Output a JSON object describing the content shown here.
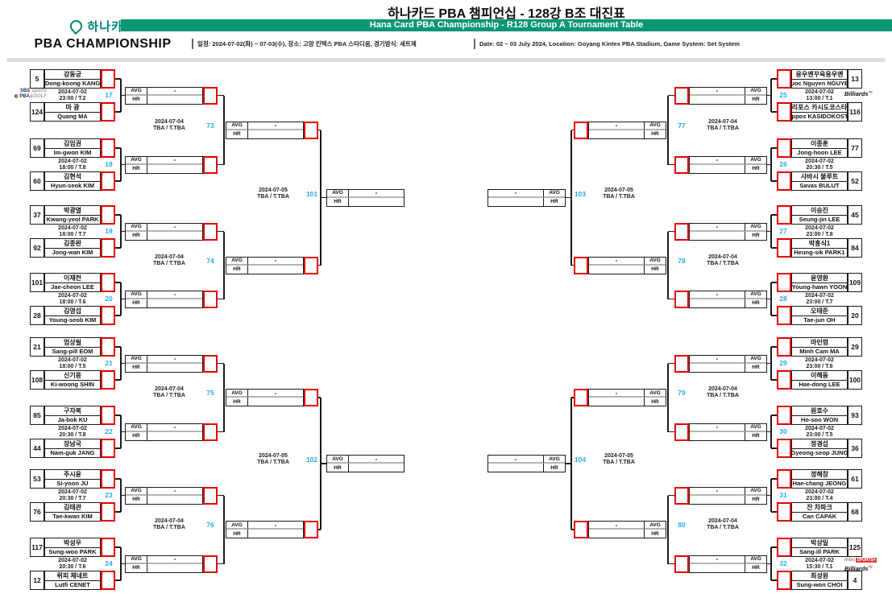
{
  "header": {
    "logo_text": "하나카드",
    "logo_sub": "PBA CHAMPIONSHIP",
    "title_ko": "하나카드 PBA 챔피언십 - 128강 B조 대진표",
    "banner_en": "Hana Card PBA Championship - R128 Group A Tournament Table",
    "schedule_ko": "일정: 2024-07-02(화) ~ 07-03(수), 장소: 고양 킨텍스 PBA 스타디움, 경기방식: 세트제",
    "schedule_en": "Date: 02 ~ 03 July 2024, Location: Goyang Kintex PBA Stadium, Game System: Set System"
  },
  "labels": {
    "avg": "AVG",
    "hr": "HR",
    "pending": "-",
    "empty": ""
  },
  "colors": {
    "banner_green": "#0b9674",
    "match_number_blue": "#29abe2",
    "score_box_red": "#e80000",
    "hana_green": "#008577"
  },
  "round_of_128": [
    {
      "number": 17,
      "side": "left",
      "date": "2024-07-02",
      "time": "23:00 / T.2",
      "broadcast": [
        "SBS Sports",
        "PBA & GOLF"
      ],
      "players": [
        {
          "seed": 5,
          "ko": "강동궁",
          "en": "Dong-koong KANG"
        },
        {
          "seed": 124,
          "ko": "마 광",
          "en": "Quang MA"
        }
      ]
    },
    {
      "number": 18,
      "side": "left",
      "date": "2024-07-02",
      "time": "18:00 / T.8",
      "broadcast": [],
      "players": [
        {
          "seed": 69,
          "ko": "김임권",
          "en": "Im-gwon KIM"
        },
        {
          "seed": 60,
          "ko": "김현석",
          "en": "Hyun-seok KIM"
        }
      ]
    },
    {
      "number": 19,
      "side": "left",
      "date": "2024-07-02",
      "time": "18:00 / T.7",
      "broadcast": [],
      "players": [
        {
          "seed": 37,
          "ko": "박광열",
          "en": "Kwang-yeol PARK"
        },
        {
          "seed": 92,
          "ko": "김종완",
          "en": "Jong-wan KIM"
        }
      ]
    },
    {
      "number": 20,
      "side": "left",
      "date": "2024-07-02",
      "time": "18:00 / T.6",
      "broadcast": [],
      "players": [
        {
          "seed": 101,
          "ko": "이재천",
          "en": "Jae-cheon LEE"
        },
        {
          "seed": 28,
          "ko": "김영섭",
          "en": "Young-seob KIM"
        }
      ]
    },
    {
      "number": 21,
      "side": "left",
      "date": "2024-07-02",
      "time": "18:00 / T.5",
      "broadcast": [],
      "players": [
        {
          "seed": 21,
          "ko": "엄상필",
          "en": "Sang-pill EOM"
        },
        {
          "seed": 108,
          "ko": "신기웅",
          "en": "Ki-woong SHIN"
        }
      ]
    },
    {
      "number": 22,
      "side": "left",
      "date": "2024-07-02",
      "time": "20:30 / T.8",
      "broadcast": [],
      "players": [
        {
          "seed": 85,
          "ko": "구자복",
          "en": "Ja-bok KU"
        },
        {
          "seed": 44,
          "ko": "장남국",
          "en": "Nam-guk JANG"
        }
      ]
    },
    {
      "number": 23,
      "side": "left",
      "date": "2024-07-02",
      "time": "20:30 / T.7",
      "broadcast": [],
      "players": [
        {
          "seed": 53,
          "ko": "주시윤",
          "en": "Si-yoon JU"
        },
        {
          "seed": 76,
          "ko": "김태관",
          "en": "Tae-kwan KIM"
        }
      ]
    },
    {
      "number": 24,
      "side": "left",
      "date": "2024-07-02",
      "time": "20:30 / T.6",
      "broadcast": [],
      "players": [
        {
          "seed": 117,
          "ko": "박성우",
          "en": "Sung-woo PARK"
        },
        {
          "seed": 12,
          "ko": "뤼피 체네트",
          "en": "Lutfi CENET"
        }
      ]
    },
    {
      "number": 25,
      "side": "right",
      "date": "2024-07-02",
      "time": "13:00 / T.1",
      "broadcast": [
        "Billiards TV"
      ],
      "players": [
        {
          "seed": 13,
          "ko": "응우옌꾸옥응우옌",
          "en": "Quoc Nguyen NGUYEN"
        },
        {
          "seed": 116,
          "ko": "필리포스 카시도코스타스",
          "en": "Filippos KASIDOKOSTAS"
        }
      ]
    },
    {
      "number": 26,
      "side": "right",
      "date": "2024-07-02",
      "time": "20:30 / T.5",
      "broadcast": [],
      "players": [
        {
          "seed": 77,
          "ko": "이종훈",
          "en": "Jong-hoon LEE"
        },
        {
          "seed": 52,
          "ko": "사바시 불루트",
          "en": "Savas BULUT"
        }
      ]
    },
    {
      "number": 27,
      "side": "right",
      "date": "2024-07-02",
      "time": "23:00 / T.8",
      "broadcast": [],
      "players": [
        {
          "seed": 45,
          "ko": "이승진",
          "en": "Seung-jin LEE"
        },
        {
          "seed": 84,
          "ko": "박흥식1",
          "en": "Heung-sik PARK1"
        }
      ]
    },
    {
      "number": 28,
      "side": "right",
      "date": "2024-07-02",
      "time": "23:00 / T.7",
      "broadcast": [],
      "players": [
        {
          "seed": 109,
          "ko": "윤영환",
          "en": "Young-hawn YOON"
        },
        {
          "seed": 20,
          "ko": "오태준",
          "en": "Tae-jun OH"
        }
      ]
    },
    {
      "number": 29,
      "side": "right",
      "date": "2024-07-02",
      "time": "23:00 / T.6",
      "broadcast": [],
      "players": [
        {
          "seed": 29,
          "ko": "마인껌",
          "en": "Minh Cam MA"
        },
        {
          "seed": 100,
          "ko": "이해동",
          "en": "Hae-dong LEE"
        }
      ]
    },
    {
      "number": 30,
      "side": "right",
      "date": "2024-07-02",
      "time": "23:00 / T.5",
      "broadcast": [],
      "players": [
        {
          "seed": 93,
          "ko": "원호수",
          "en": "Ho-soo WON"
        },
        {
          "seed": 36,
          "ko": "정경섭",
          "en": "Gyeong-seop JUNG"
        }
      ]
    },
    {
      "number": 31,
      "side": "right",
      "date": "2024-07-02",
      "time": "23:00 / T.4",
      "broadcast": [],
      "players": [
        {
          "seed": 61,
          "ko": "정해창",
          "en": "Hae-chang JEONG"
        },
        {
          "seed": 68,
          "ko": "잔 차파크",
          "en": "Can CAPAK"
        }
      ]
    },
    {
      "number": 32,
      "side": "right",
      "date": "2024-07-02",
      "time": "15:30 / T.1",
      "broadcast": [
        "MBC SPORTS+",
        "Billiards TV"
      ],
      "players": [
        {
          "seed": 125,
          "ko": "박상일",
          "en": "Sang-ill PARK"
        },
        {
          "seed": 4,
          "ko": "최성원",
          "en": "Sung-won CHOI"
        }
      ]
    }
  ],
  "round_of_64": [
    {
      "number": 73,
      "side": "left",
      "date": "2024-07-04",
      "time": "TBA / T.TBA"
    },
    {
      "number": 74,
      "side": "left",
      "date": "2024-07-04",
      "time": "TBA / T.TBA"
    },
    {
      "number": 75,
      "side": "left",
      "date": "2024-07-04",
      "time": "TBA / T.TBA"
    },
    {
      "number": 76,
      "side": "left",
      "date": "2024-07-04",
      "time": "TBA / T.TBA"
    },
    {
      "number": 77,
      "side": "right",
      "date": "2024-07-04",
      "time": "TBA / T.TBA"
    },
    {
      "number": 78,
      "side": "right",
      "date": "2024-07-04",
      "time": "TBA / T.TBA"
    },
    {
      "number": 79,
      "side": "right",
      "date": "2024-07-04",
      "time": "TBA / T.TBA"
    },
    {
      "number": 80,
      "side": "right",
      "date": "2024-07-04",
      "time": "TBA / T.TBA"
    }
  ],
  "round_of_32": [
    {
      "number": 101,
      "side": "left",
      "date": "2024-07-05",
      "time": "TBA / T.TBA"
    },
    {
      "number": 102,
      "side": "left",
      "date": "2024-07-05",
      "time": "TBA / T.TBA"
    },
    {
      "number": 103,
      "side": "right",
      "date": "2024-07-05",
      "time": "TBA / T.TBA"
    },
    {
      "number": 104,
      "side": "right",
      "date": "2024-07-05",
      "time": "TBA / T.TBA"
    }
  ]
}
